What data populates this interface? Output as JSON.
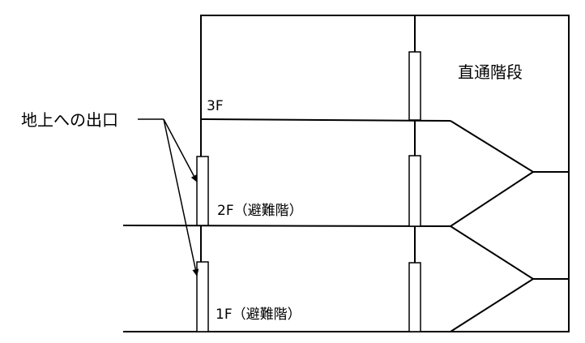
{
  "labels": {
    "stair": "直通階段",
    "exit": "地上への出口",
    "floor3": "3F",
    "floor2": "2F（避難階）",
    "floor1": "1F（避難階）"
  }
}
